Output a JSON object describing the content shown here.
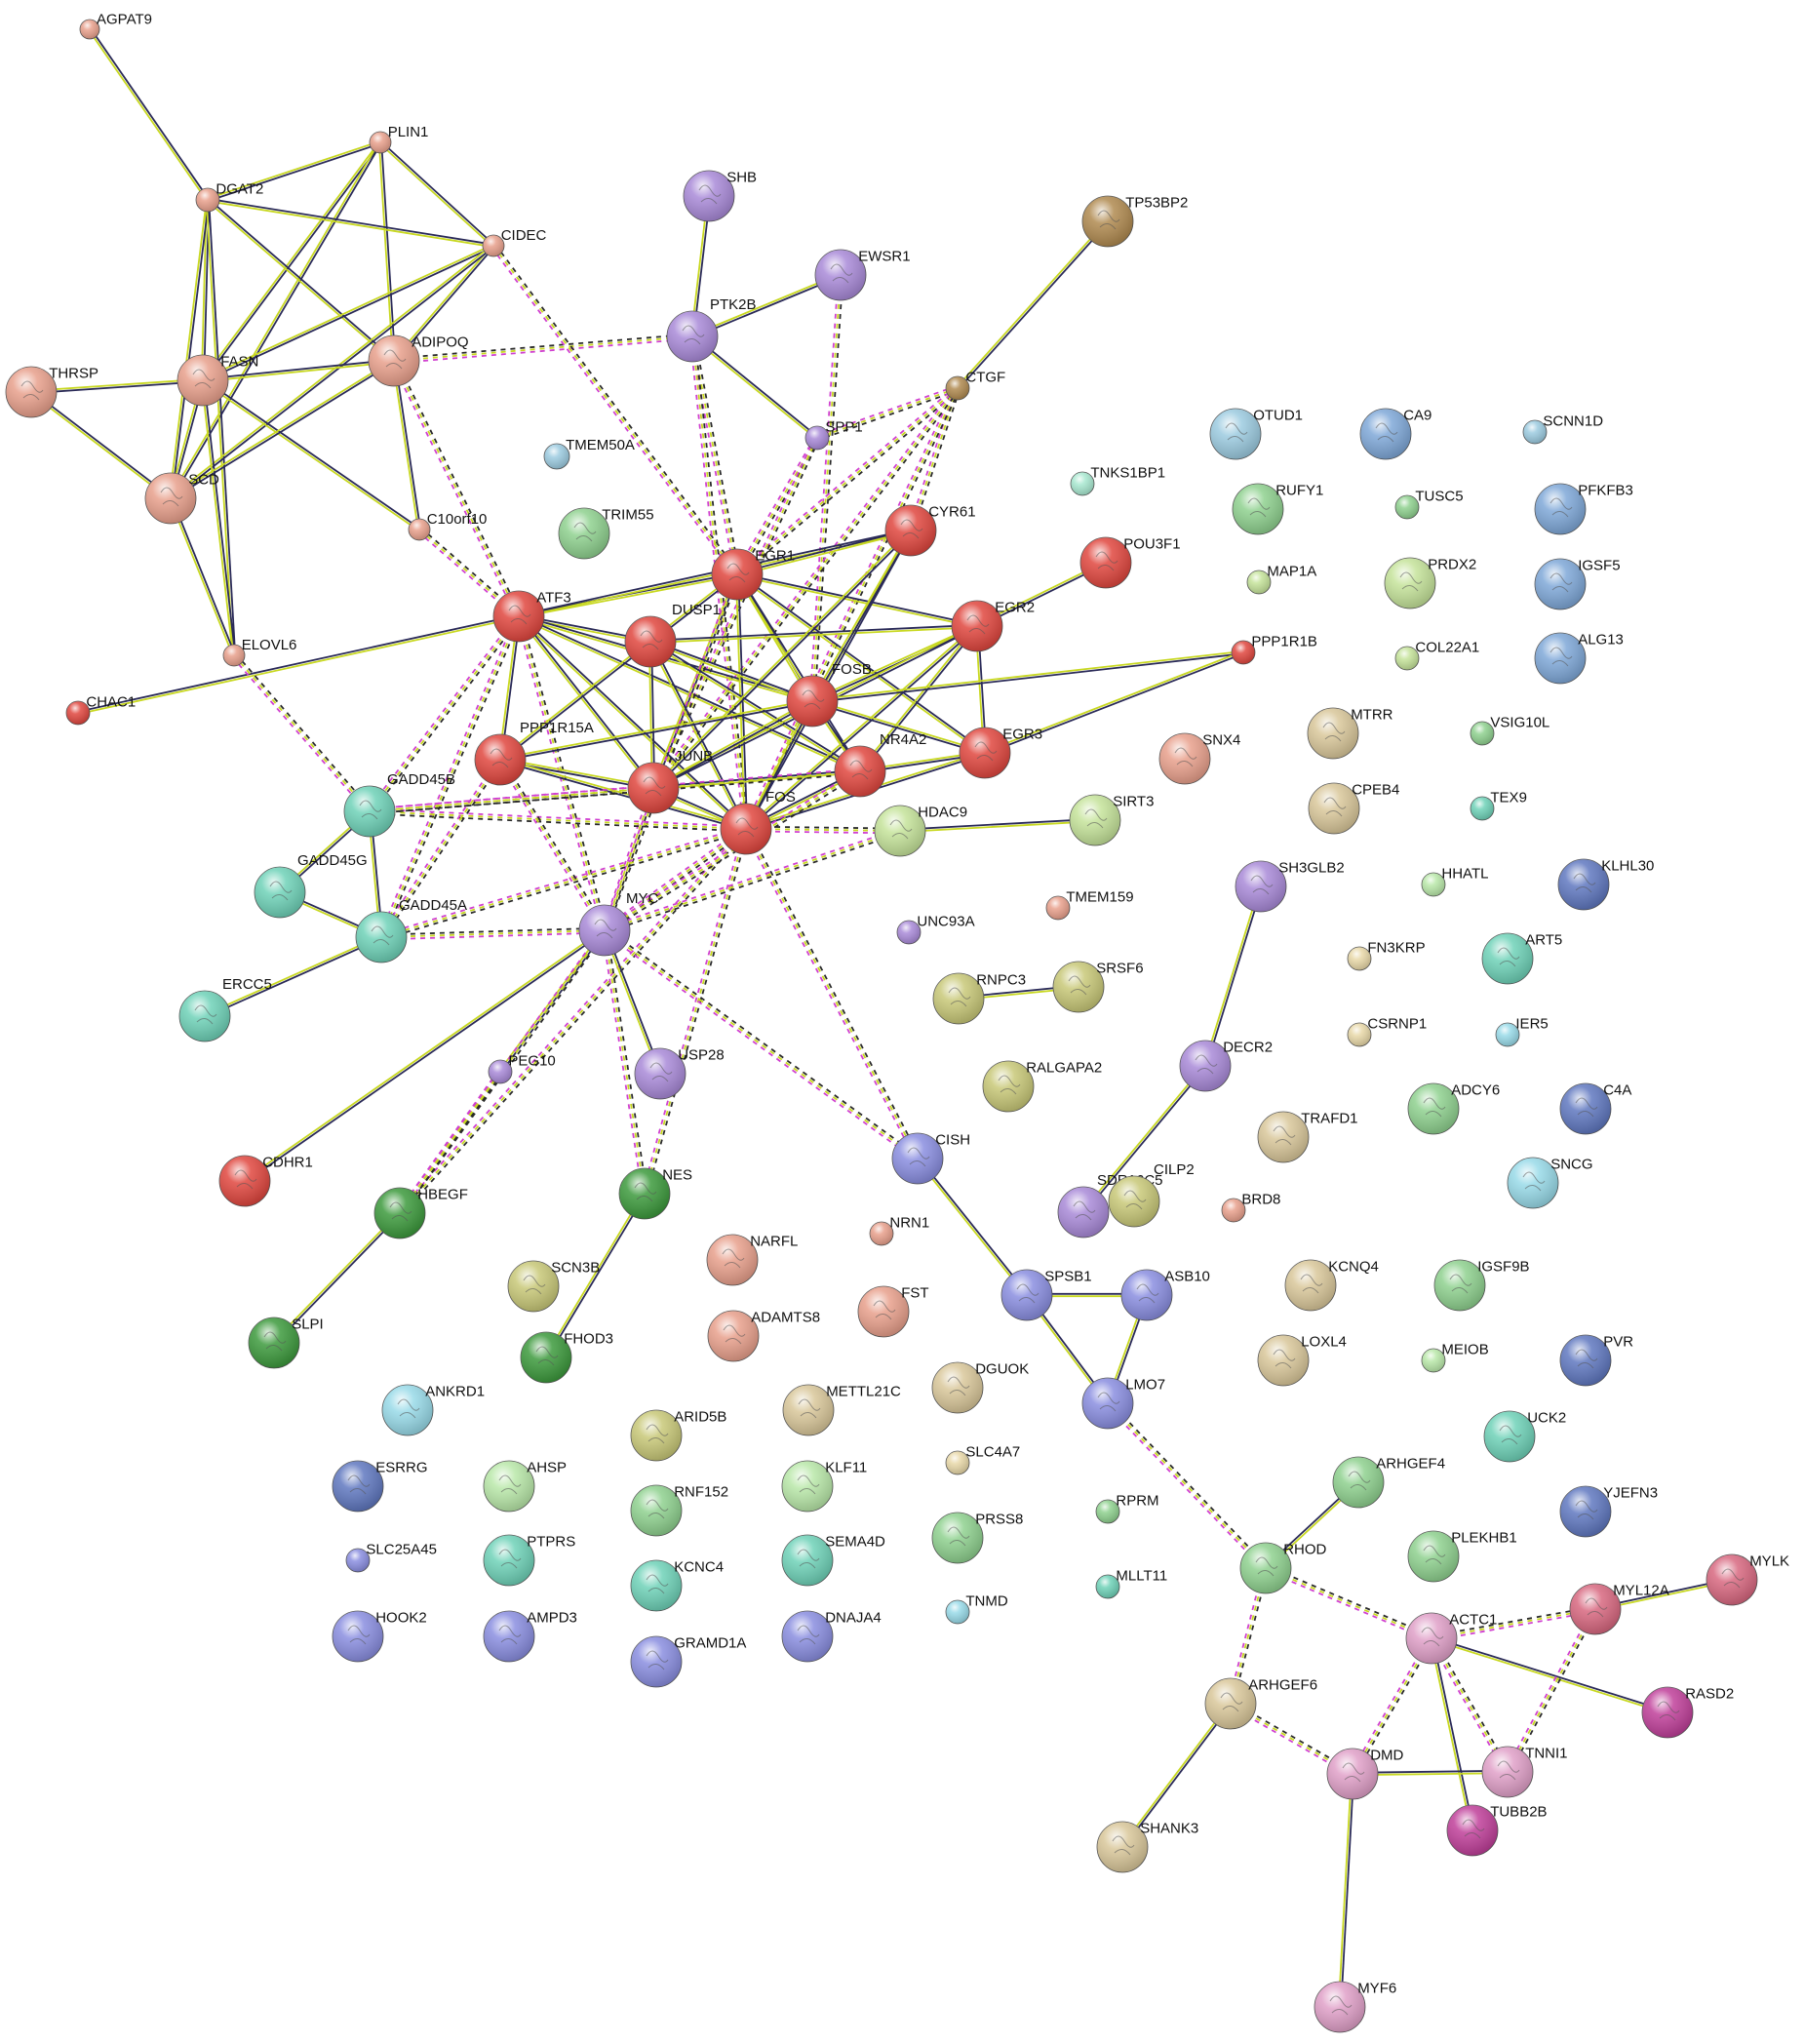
{
  "colors": {
    "red": "#e0473f",
    "salmon": "#e8a08c",
    "lavender": "#a98ad8",
    "lightblue": "#9ccbe0",
    "green": "#8fd18f",
    "darkgreen": "#3d9a3d",
    "teal": "#6fd2b8",
    "olive": "#c8c878",
    "khaki": "#d9c79a",
    "brown": "#b08a50",
    "periwinkle": "#8a8ee0",
    "pink": "#e0a0c8",
    "rose": "#d86880",
    "magenta": "#c0409a",
    "yellowgreen": "#c5e39a",
    "mint": "#a8e8d0",
    "ltgreen": "#b9e8a9",
    "sand": "#e8d8a8",
    "steelblue": "#7fa8d8",
    "cyan": "#98dae8",
    "slate": "#6078c0",
    "lilac": "#c8a8e8"
  },
  "nodes": [
    {
      "id": "AGPAT9",
      "color": "salmon"
    },
    {
      "id": "PLIN1",
      "color": "salmon"
    },
    {
      "id": "DGAT2",
      "color": "salmon"
    },
    {
      "id": "CIDEC",
      "color": "salmon"
    },
    {
      "id": "FASN",
      "color": "salmon"
    },
    {
      "id": "ADIPOQ",
      "color": "salmon"
    },
    {
      "id": "THRSP",
      "color": "salmon"
    },
    {
      "id": "SCD",
      "color": "salmon"
    },
    {
      "id": "C10orf10",
      "color": "salmon"
    },
    {
      "id": "ELOVL6",
      "color": "salmon"
    },
    {
      "id": "CHAC1",
      "color": "red"
    },
    {
      "id": "SHB",
      "color": "lavender"
    },
    {
      "id": "EWSR1",
      "color": "lavender"
    },
    {
      "id": "PTK2B",
      "color": "lavender"
    },
    {
      "id": "TP53BP2",
      "color": "brown"
    },
    {
      "id": "CTGF",
      "color": "brown"
    },
    {
      "id": "SPP1",
      "color": "lavender"
    },
    {
      "id": "TMEM50A",
      "color": "lightblue"
    },
    {
      "id": "TRIM55",
      "color": "green"
    },
    {
      "id": "CYR61",
      "color": "red"
    },
    {
      "id": "POU3F1",
      "color": "red"
    },
    {
      "id": "EGR1",
      "color": "red"
    },
    {
      "id": "ATF3",
      "color": "red"
    },
    {
      "id": "DUSP1",
      "color": "red"
    },
    {
      "id": "EGR2",
      "color": "red"
    },
    {
      "id": "PPP1R1B",
      "color": "red"
    },
    {
      "id": "FOSB",
      "color": "red"
    },
    {
      "id": "PPP1R15A",
      "color": "red"
    },
    {
      "id": "JUNB",
      "color": "red"
    },
    {
      "id": "NR4A2",
      "color": "red"
    },
    {
      "id": "EGR3",
      "color": "red"
    },
    {
      "id": "FOS",
      "color": "red"
    },
    {
      "id": "GADD45B",
      "color": "teal"
    },
    {
      "id": "GADD45G",
      "color": "teal"
    },
    {
      "id": "GADD45A",
      "color": "teal"
    },
    {
      "id": "HDAC9",
      "color": "yellowgreen"
    },
    {
      "id": "SIRT3",
      "color": "yellowgreen"
    },
    {
      "id": "MYC",
      "color": "lavender"
    },
    {
      "id": "ERCC5",
      "color": "teal"
    },
    {
      "id": "PEG10",
      "color": "lavender"
    },
    {
      "id": "USP28",
      "color": "lavender"
    },
    {
      "id": "CDHR1",
      "color": "red"
    },
    {
      "id": "HBEGF",
      "color": "darkgreen"
    },
    {
      "id": "NES",
      "color": "darkgreen"
    },
    {
      "id": "SLPI",
      "color": "darkgreen"
    },
    {
      "id": "SCN3B",
      "color": "olive"
    },
    {
      "id": "FHOD3",
      "color": "darkgreen"
    },
    {
      "id": "CISH",
      "color": "periwinkle"
    },
    {
      "id": "SPSB1",
      "color": "periwinkle"
    },
    {
      "id": "ASB10",
      "color": "periwinkle"
    },
    {
      "id": "LMO7",
      "color": "periwinkle"
    },
    {
      "id": "RHOD",
      "color": "green"
    },
    {
      "id": "ARHGEF4",
      "color": "green"
    },
    {
      "id": "ARHGEF6",
      "color": "khaki"
    },
    {
      "id": "SHANK3",
      "color": "khaki"
    },
    {
      "id": "ACTC1",
      "color": "pink"
    },
    {
      "id": "MYL12A",
      "color": "rose"
    },
    {
      "id": "MYLK",
      "color": "rose"
    },
    {
      "id": "RASD2",
      "color": "magenta"
    },
    {
      "id": "DMD",
      "color": "pink"
    },
    {
      "id": "TNNI1",
      "color": "pink"
    },
    {
      "id": "TUBB2B",
      "color": "magenta"
    },
    {
      "id": "MYF6",
      "color": "pink"
    },
    {
      "id": "SH3GLB2",
      "color": "lavender"
    },
    {
      "id": "DECR2",
      "color": "lavender"
    },
    {
      "id": "SDR16C5",
      "color": "lavender"
    },
    {
      "id": "CILP2",
      "color": "olive"
    },
    {
      "id": "OTUD1",
      "color": "lightblue"
    },
    {
      "id": "CA9",
      "color": "steelblue"
    },
    {
      "id": "SCNN1D",
      "color": "lightblue"
    },
    {
      "id": "TNKS1BP1",
      "color": "mint"
    },
    {
      "id": "RUFY1",
      "color": "green"
    },
    {
      "id": "TUSC5",
      "color": "green"
    },
    {
      "id": "PFKFB3",
      "color": "steelblue"
    },
    {
      "id": "MAP1A",
      "color": "yellowgreen"
    },
    {
      "id": "PRDX2",
      "color": "yellowgreen"
    },
    {
      "id": "IGSF5",
      "color": "steelblue"
    },
    {
      "id": "COL22A1",
      "color": "yellowgreen"
    },
    {
      "id": "ALG13",
      "color": "steelblue"
    },
    {
      "id": "MTRR",
      "color": "khaki"
    },
    {
      "id": "VSIG10L",
      "color": "green"
    },
    {
      "id": "SNX4",
      "color": "salmon"
    },
    {
      "id": "CPEB4",
      "color": "khaki"
    },
    {
      "id": "TEX9",
      "color": "teal"
    },
    {
      "id": "HHATL",
      "color": "ltgreen"
    },
    {
      "id": "KLHL30",
      "color": "slate"
    },
    {
      "id": "TMEM159",
      "color": "salmon"
    },
    {
      "id": "UNC93A",
      "color": "lavender"
    },
    {
      "id": "FN3KRP",
      "color": "sand"
    },
    {
      "id": "ART5",
      "color": "teal"
    },
    {
      "id": "RNPC3",
      "color": "olive"
    },
    {
      "id": "SRSF6",
      "color": "olive"
    },
    {
      "id": "CSRNP1",
      "color": "sand"
    },
    {
      "id": "IER5",
      "color": "cyan"
    },
    {
      "id": "RALGAPA2",
      "color": "olive"
    },
    {
      "id": "ADCY6",
      "color": "green"
    },
    {
      "id": "C4A",
      "color": "slate"
    },
    {
      "id": "TRAFD1",
      "color": "khaki"
    },
    {
      "id": "SNCG",
      "color": "cyan"
    },
    {
      "id": "BRD8",
      "color": "salmon"
    },
    {
      "id": "NARFL",
      "color": "salmon"
    },
    {
      "id": "NRN1",
      "color": "salmon"
    },
    {
      "id": "FST",
      "color": "salmon"
    },
    {
      "id": "ADAMTS8",
      "color": "salmon"
    },
    {
      "id": "KCNQ4",
      "color": "khaki"
    },
    {
      "id": "IGSF9B",
      "color": "green"
    },
    {
      "id": "LOXL4",
      "color": "khaki"
    },
    {
      "id": "MEIOB",
      "color": "ltgreen"
    },
    {
      "id": "PVR",
      "color": "slate"
    },
    {
      "id": "DGUOK",
      "color": "khaki"
    },
    {
      "id": "METTL21C",
      "color": "khaki"
    },
    {
      "id": "ANKRD1",
      "color": "cyan"
    },
    {
      "id": "ARID5B",
      "color": "olive"
    },
    {
      "id": "ESRRG",
      "color": "slate"
    },
    {
      "id": "AHSP",
      "color": "ltgreen"
    },
    {
      "id": "RNF152",
      "color": "green"
    },
    {
      "id": "KLF11",
      "color": "ltgreen"
    },
    {
      "id": "SLC4A7",
      "color": "sand"
    },
    {
      "id": "UCK2",
      "color": "teal"
    },
    {
      "id": "SLC25A45",
      "color": "periwinkle"
    },
    {
      "id": "PTPRS",
      "color": "teal"
    },
    {
      "id": "SEMA4D",
      "color": "teal"
    },
    {
      "id": "PRSS8",
      "color": "green"
    },
    {
      "id": "RPRM",
      "color": "green"
    },
    {
      "id": "PLEKHB1",
      "color": "green"
    },
    {
      "id": "YJEFN3",
      "color": "slate"
    },
    {
      "id": "HOOK2",
      "color": "periwinkle"
    },
    {
      "id": "AMPD3",
      "color": "periwinkle"
    },
    {
      "id": "KCNC4",
      "color": "teal"
    },
    {
      "id": "TNMD",
      "color": "cyan"
    },
    {
      "id": "MLLT11",
      "color": "teal"
    },
    {
      "id": "GRAMD1A",
      "color": "periwinkle"
    },
    {
      "id": "DNAJA4",
      "color": "periwinkle"
    }
  ],
  "edges": [
    [
      "AGPAT9",
      "DGAT2",
      "s"
    ],
    [
      "PLIN1",
      "DGAT2",
      "s"
    ],
    [
      "PLIN1",
      "CIDEC",
      "s"
    ],
    [
      "PLIN1",
      "FASN",
      "s"
    ],
    [
      "PLIN1",
      "ADIPOQ",
      "s"
    ],
    [
      "PLIN1",
      "SCD",
      "s"
    ],
    [
      "DGAT2",
      "CIDEC",
      "s"
    ],
    [
      "DGAT2",
      "FASN",
      "s"
    ],
    [
      "DGAT2",
      "ADIPOQ",
      "s"
    ],
    [
      "DGAT2",
      "SCD",
      "s"
    ],
    [
      "DGAT2",
      "ELOVL6",
      "s"
    ],
    [
      "CIDEC",
      "FASN",
      "s"
    ],
    [
      "CIDEC",
      "ADIPOQ",
      "s"
    ],
    [
      "CIDEC",
      "SCD",
      "s"
    ],
    [
      "FASN",
      "ADIPOQ",
      "s"
    ],
    [
      "FASN",
      "THRSP",
      "s"
    ],
    [
      "FASN",
      "SCD",
      "s"
    ],
    [
      "FASN",
      "ELOVL6",
      "s"
    ],
    [
      "FASN",
      "C10orf10",
      "s"
    ],
    [
      "THRSP",
      "SCD",
      "s"
    ],
    [
      "SCD",
      "ELOVL6",
      "s"
    ],
    [
      "ADIPOQ",
      "SCD",
      "s"
    ],
    [
      "ADIPOQ",
      "C10orf10",
      "s"
    ],
    [
      "ADIPOQ",
      "PTK2B",
      "d"
    ],
    [
      "ADIPOQ",
      "ATF3",
      "d"
    ],
    [
      "CIDEC",
      "EGR1",
      "d"
    ],
    [
      "C10orf10",
      "ATF3",
      "d"
    ],
    [
      "CHAC1",
      "ATF3",
      "s"
    ],
    [
      "ELOVL6",
      "GADD45B",
      "d"
    ],
    [
      "SHB",
      "PTK2B",
      "s"
    ],
    [
      "EWSR1",
      "PTK2B",
      "s"
    ],
    [
      "EWSR1",
      "FOSB",
      "d"
    ],
    [
      "PTK2B",
      "SPP1",
      "s"
    ],
    [
      "PTK2B",
      "EGR1",
      "d"
    ],
    [
      "PTK2B",
      "FOS",
      "d"
    ],
    [
      "TP53BP2",
      "CTGF",
      "s"
    ],
    [
      "CTGF",
      "SPP1",
      "d"
    ],
    [
      "CTGF",
      "CYR61",
      "d"
    ],
    [
      "CTGF",
      "EGR1",
      "d"
    ],
    [
      "CTGF",
      "FOS",
      "d"
    ],
    [
      "CTGF",
      "JUNB",
      "d"
    ],
    [
      "SPP1",
      "EGR1",
      "d"
    ],
    [
      "SPP1",
      "JUNB",
      "d"
    ],
    [
      "ATF3",
      "EGR1",
      "s"
    ],
    [
      "ATF3",
      "DUSP1",
      "s"
    ],
    [
      "ATF3",
      "FOSB",
      "s"
    ],
    [
      "ATF3",
      "JUNB",
      "s"
    ],
    [
      "ATF3",
      "FOS",
      "s"
    ],
    [
      "ATF3",
      "PPP1R15A",
      "s"
    ],
    [
      "ATF3",
      "NR4A2",
      "s"
    ],
    [
      "ATF3",
      "GADD45B",
      "d"
    ],
    [
      "ATF3",
      "GADD45A",
      "d"
    ],
    [
      "ATF3",
      "MYC",
      "d"
    ],
    [
      "ATF3",
      "CYR61",
      "s"
    ],
    [
      "EGR1",
      "DUSP1",
      "s"
    ],
    [
      "EGR1",
      "EGR2",
      "s"
    ],
    [
      "EGR1",
      "EGR3",
      "s"
    ],
    [
      "EGR1",
      "FOSB",
      "s"
    ],
    [
      "EGR1",
      "JUNB",
      "s"
    ],
    [
      "EGR1",
      "FOS",
      "s"
    ],
    [
      "EGR1",
      "NR4A2",
      "s"
    ],
    [
      "EGR1",
      "CYR61",
      "s"
    ],
    [
      "EGR1",
      "MYC",
      "d"
    ],
    [
      "DUSP1",
      "FOSB",
      "s"
    ],
    [
      "DUSP1",
      "JUNB",
      "s"
    ],
    [
      "DUSP1",
      "FOS",
      "s"
    ],
    [
      "DUSP1",
      "NR4A2",
      "s"
    ],
    [
      "DUSP1",
      "PPP1R15A",
      "s"
    ],
    [
      "DUSP1",
      "EGR2",
      "s"
    ],
    [
      "CYR61",
      "FOS",
      "s"
    ],
    [
      "CYR61",
      "JUNB",
      "s"
    ],
    [
      "CYR61",
      "FOSB",
      "s"
    ],
    [
      "POU3F1",
      "EGR2",
      "s"
    ],
    [
      "EGR2",
      "EGR3",
      "s"
    ],
    [
      "EGR2",
      "FOSB",
      "s"
    ],
    [
      "EGR2",
      "FOS",
      "s"
    ],
    [
      "EGR2",
      "NR4A2",
      "s"
    ],
    [
      "EGR2",
      "JUNB",
      "s"
    ],
    [
      "PPP1R1B",
      "FOSB",
      "s"
    ],
    [
      "PPP1R1B",
      "EGR3",
      "s"
    ],
    [
      "EGR3",
      "FOS",
      "s"
    ],
    [
      "EGR3",
      "NR4A2",
      "s"
    ],
    [
      "EGR3",
      "FOSB",
      "s"
    ],
    [
      "FOSB",
      "JUNB",
      "s"
    ],
    [
      "FOSB",
      "FOS",
      "s"
    ],
    [
      "FOSB",
      "NR4A2",
      "s"
    ],
    [
      "FOSB",
      "PPP1R15A",
      "s"
    ],
    [
      "JUNB",
      "FOS",
      "s"
    ],
    [
      "JUNB",
      "NR4A2",
      "s"
    ],
    [
      "JUNB",
      "PPP1R15A",
      "s"
    ],
    [
      "JUNB",
      "MYC",
      "d"
    ],
    [
      "JUNB",
      "GADD45B",
      "d"
    ],
    [
      "FOS",
      "NR4A2",
      "s"
    ],
    [
      "FOS",
      "PPP1R15A",
      "s"
    ],
    [
      "FOS",
      "HDAC9",
      "d"
    ],
    [
      "FOS",
      "MYC",
      "d"
    ],
    [
      "FOS",
      "GADD45B",
      "d"
    ],
    [
      "FOS",
      "GADD45A",
      "d"
    ],
    [
      "FOS",
      "CISH",
      "d"
    ],
    [
      "FOS",
      "NES",
      "d"
    ],
    [
      "FOS",
      "HBEGF",
      "d"
    ],
    [
      "NR4A2",
      "MYC",
      "d"
    ],
    [
      "NR4A2",
      "GADD45B",
      "d"
    ],
    [
      "PPP1R15A",
      "GADD45A",
      "d"
    ],
    [
      "PPP1R15A",
      "MYC",
      "d"
    ],
    [
      "HDAC9",
      "SIRT3",
      "s"
    ],
    [
      "HDAC9",
      "MYC",
      "d"
    ],
    [
      "GADD45B",
      "GADD45G",
      "s"
    ],
    [
      "GADD45B",
      "GADD45A",
      "s"
    ],
    [
      "GADD45G",
      "GADD45A",
      "s"
    ],
    [
      "GADD45A",
      "ERCC5",
      "s"
    ],
    [
      "GADD45A",
      "MYC",
      "d"
    ],
    [
      "MYC",
      "USP28",
      "s"
    ],
    [
      "MYC",
      "PEG10",
      "s"
    ],
    [
      "MYC",
      "CDHR1",
      "s"
    ],
    [
      "MYC",
      "HBEGF",
      "d"
    ],
    [
      "MYC",
      "NES",
      "d"
    ],
    [
      "MYC",
      "CISH",
      "d"
    ],
    [
      "HBEGF",
      "SLPI",
      "s"
    ],
    [
      "NES",
      "FHOD3",
      "s"
    ],
    [
      "PEG10",
      "HBEGF",
      "d"
    ],
    [
      "CISH",
      "SPSB1",
      "s"
    ],
    [
      "SPSB1",
      "ASB10",
      "s"
    ],
    [
      "SPSB1",
      "LMO7",
      "s"
    ],
    [
      "ASB10",
      "LMO7",
      "s"
    ],
    [
      "LMO7",
      "RHOD",
      "d"
    ],
    [
      "RHOD",
      "ARHGEF4",
      "s"
    ],
    [
      "RHOD",
      "ARHGEF6",
      "d"
    ],
    [
      "RHOD",
      "ACTC1",
      "d"
    ],
    [
      "ARHGEF6",
      "SHANK3",
      "s"
    ],
    [
      "ARHGEF6",
      "DMD",
      "d"
    ],
    [
      "ACTC1",
      "MYL12A",
      "d"
    ],
    [
      "ACTC1",
      "RASD2",
      "s"
    ],
    [
      "ACTC1",
      "DMD",
      "d"
    ],
    [
      "ACTC1",
      "TUBB2B",
      "s"
    ],
    [
      "ACTC1",
      "TNNI1",
      "d"
    ],
    [
      "MYL12A",
      "MYLK",
      "s"
    ],
    [
      "MYL12A",
      "TNNI1",
      "d"
    ],
    [
      "DMD",
      "TNNI1",
      "s"
    ],
    [
      "DMD",
      "MYF6",
      "s"
    ],
    [
      "SH3GLB2",
      "DECR2",
      "s"
    ],
    [
      "DECR2",
      "SDR16C5",
      "s"
    ],
    [
      "RNPC3",
      "SRSF6",
      "s"
    ]
  ]
}
